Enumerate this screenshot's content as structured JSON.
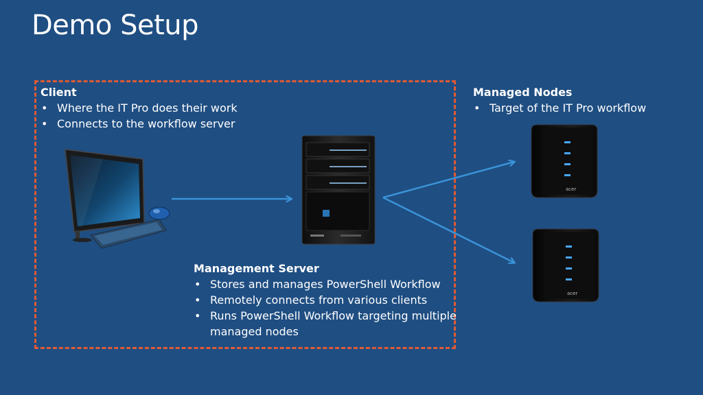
{
  "title": "Demo Setup",
  "client": {
    "heading": "Client",
    "bullets": [
      "Where the IT Pro does their work",
      "Connects to the workflow server"
    ]
  },
  "managed_nodes": {
    "heading": "Managed Nodes",
    "bullets": [
      "Target of the IT Pro workflow"
    ],
    "brand_logo": "acer"
  },
  "management_server": {
    "heading": "Management Server",
    "bullets": [
      "Stores and manages PowerShell Workflow",
      "Remotely  connects from various clients",
      "Runs PowerShell Workflow targeting multiple managed nodes"
    ]
  },
  "colors": {
    "background": "#1f4e82",
    "dashed_border": "#e05a34",
    "arrow": "#3a93d8",
    "text": "#ffffff"
  },
  "icons": [
    "desktop-computer-icon",
    "keyboard-icon",
    "mouse-icon",
    "tower-server-icon",
    "node-server-icon"
  ]
}
